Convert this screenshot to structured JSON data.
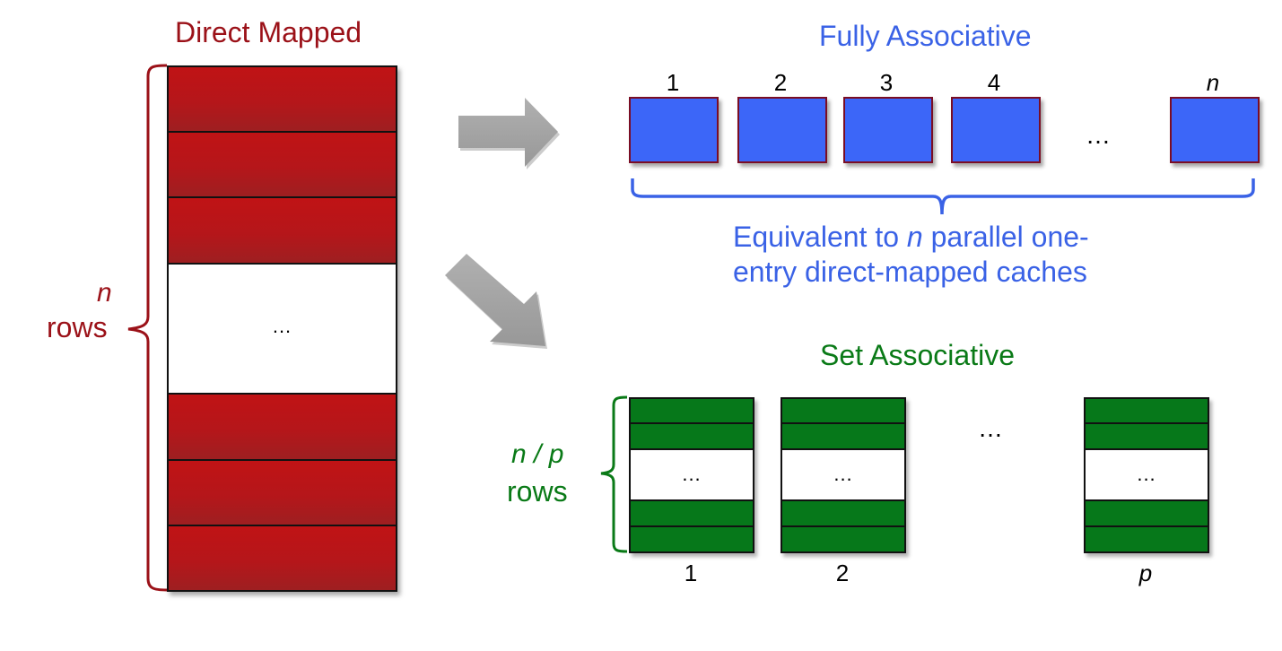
{
  "direct_mapped": {
    "title": "Direct Mapped",
    "brace_label_n": "n",
    "brace_label_rows": "rows",
    "ellipsis": "...",
    "color": "#b5161a"
  },
  "fully_associative": {
    "title": "Fully Associative",
    "entries": [
      "1",
      "2",
      "3",
      "4",
      "n"
    ],
    "ellipsis": "…",
    "caption_line1_pre": "Equivalent to ",
    "caption_line1_var": "n",
    "caption_line1_post": " parallel one-",
    "caption_line2": "entry direct-mapped caches",
    "color": "#3c66f8"
  },
  "set_associative": {
    "title": "Set Associative",
    "brace_label_np": "n / p",
    "brace_label_rows": "rows",
    "sets": [
      "1",
      "2",
      "p"
    ],
    "set_ellipsis": "...",
    "between_ellipsis": "…",
    "color": "#06781a"
  },
  "arrows": [
    "right-arrow",
    "down-right-arrow"
  ]
}
